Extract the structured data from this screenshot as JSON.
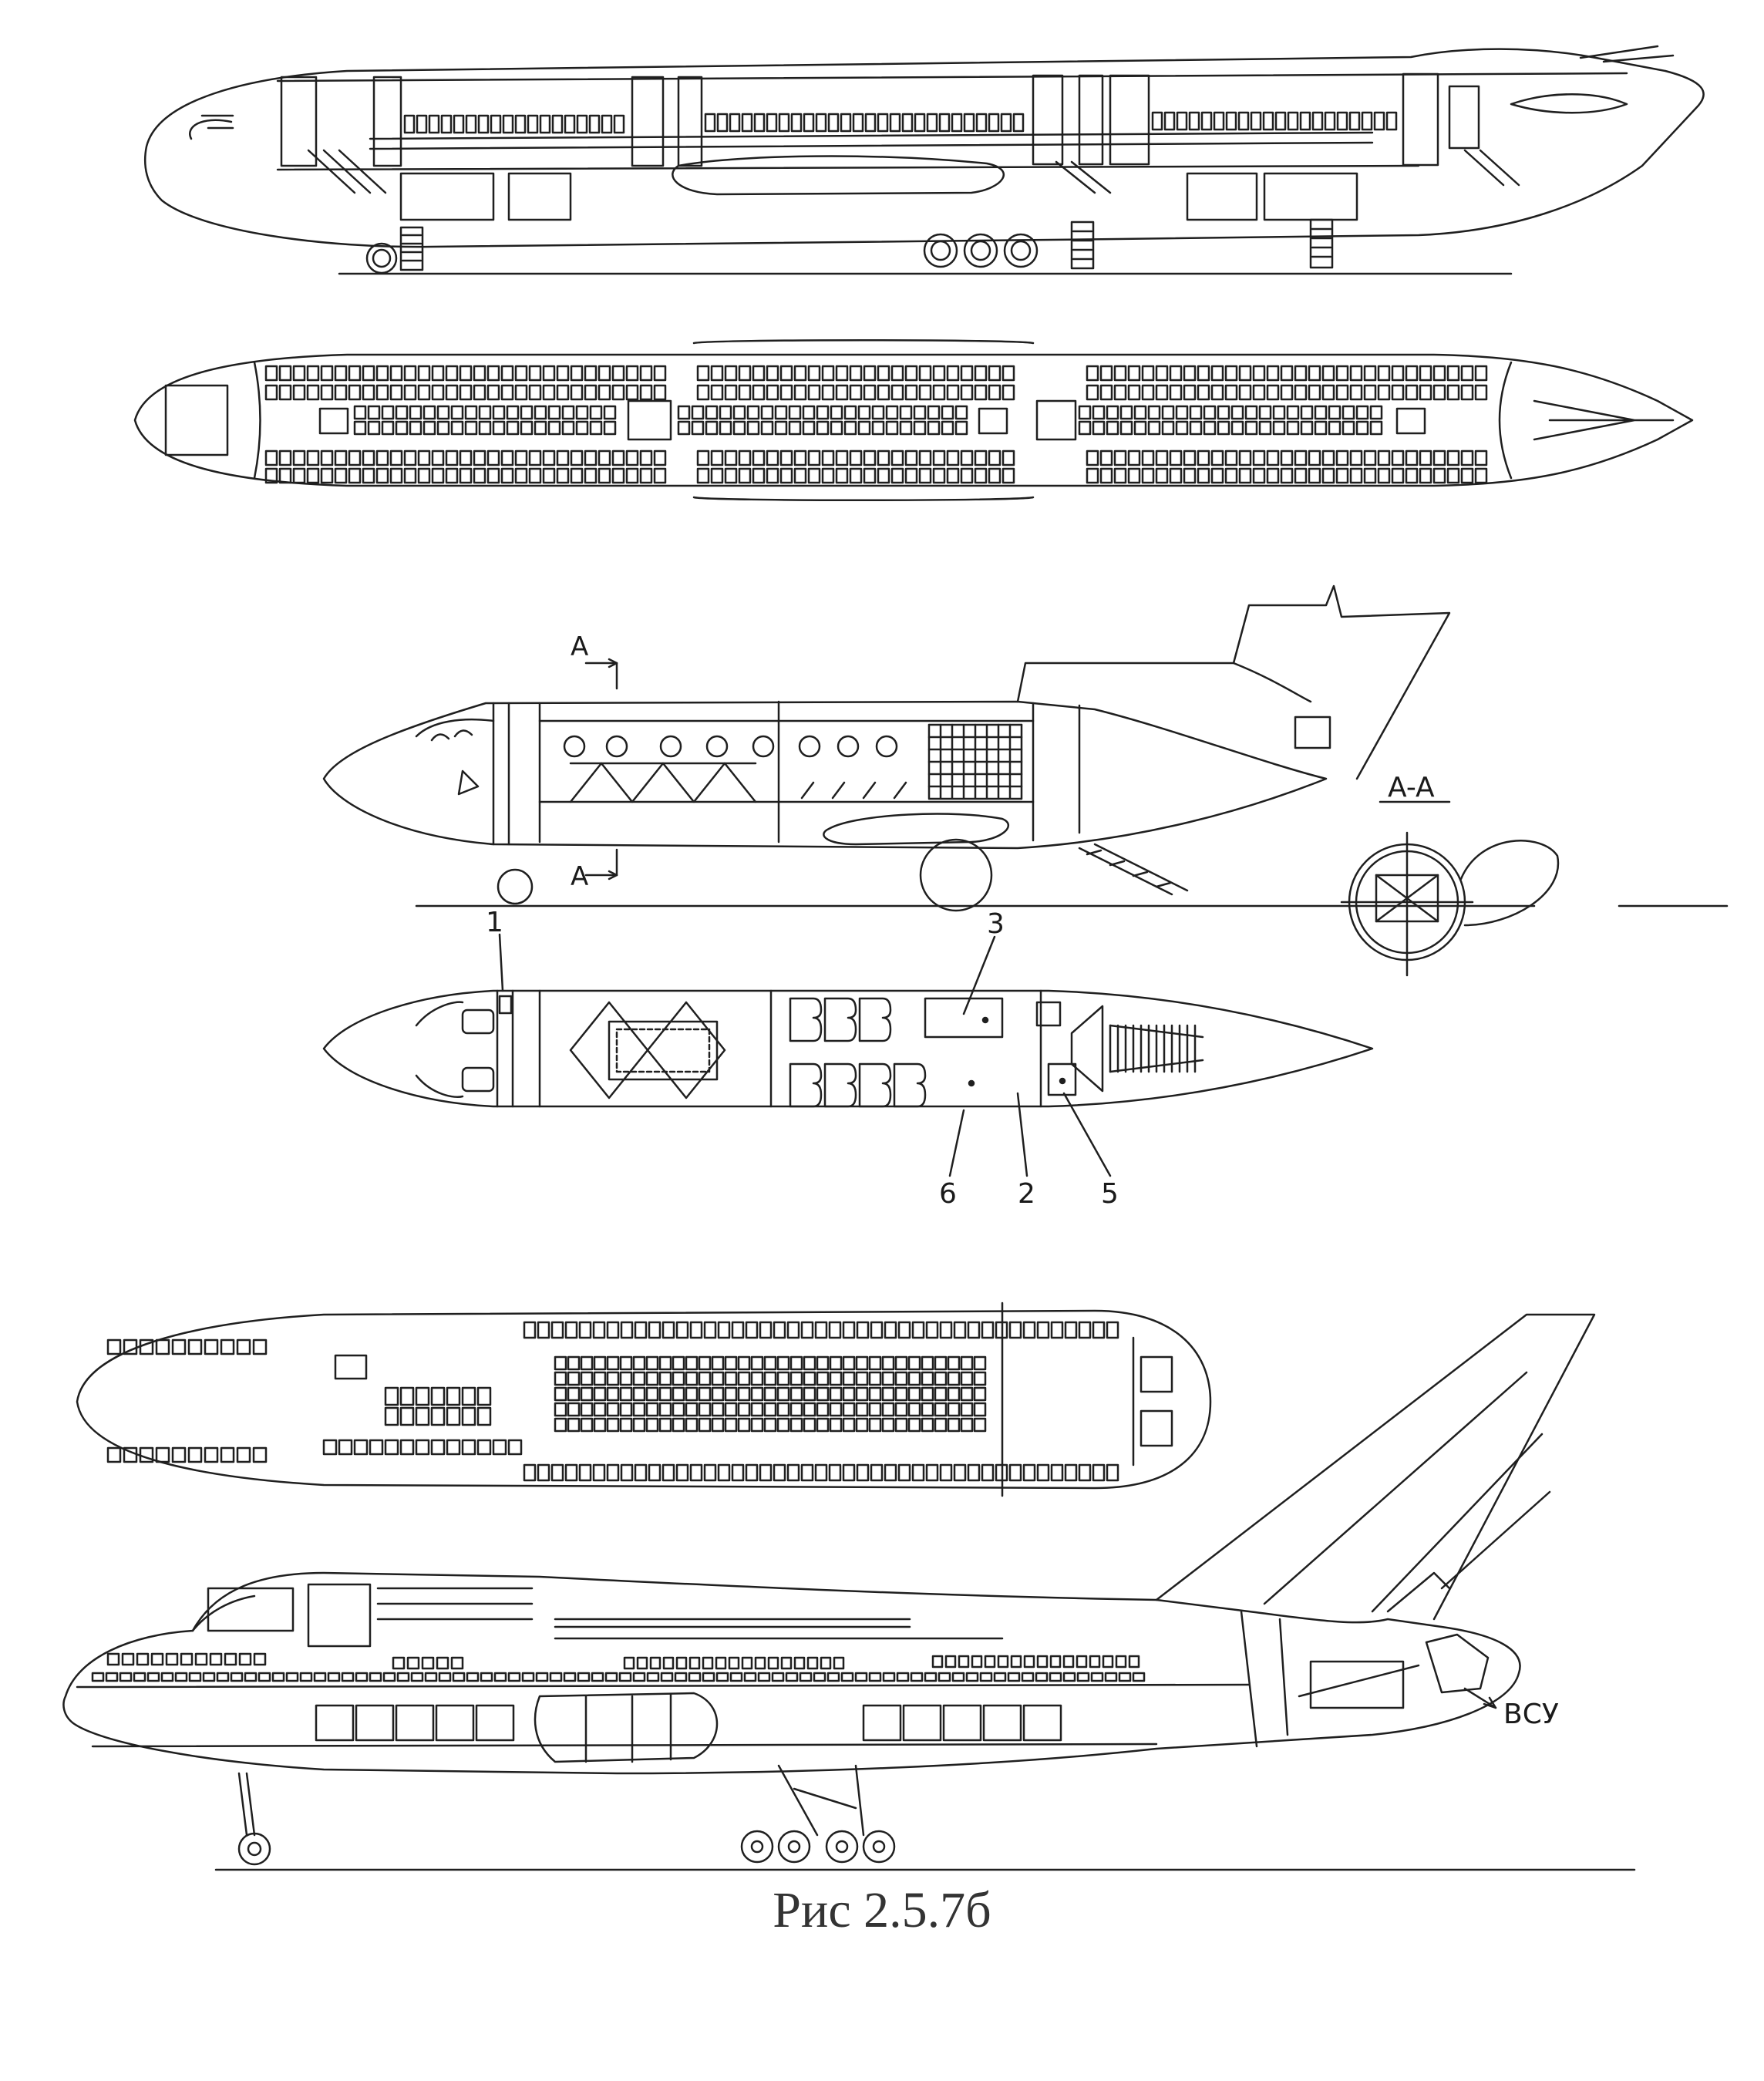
{
  "figure": {
    "caption": "Рис 2.5.7б"
  },
  "diagram_3": {
    "section_mark_top": "A",
    "section_mark_bottom": "A",
    "section_view_title": "A-A",
    "callouts": [
      "1",
      "3",
      "6",
      "2",
      "5"
    ]
  },
  "diagram_6": {
    "apu_label": "ВСУ"
  },
  "colors": {
    "line": "#1f1f1f",
    "paper": "#ffffff"
  }
}
